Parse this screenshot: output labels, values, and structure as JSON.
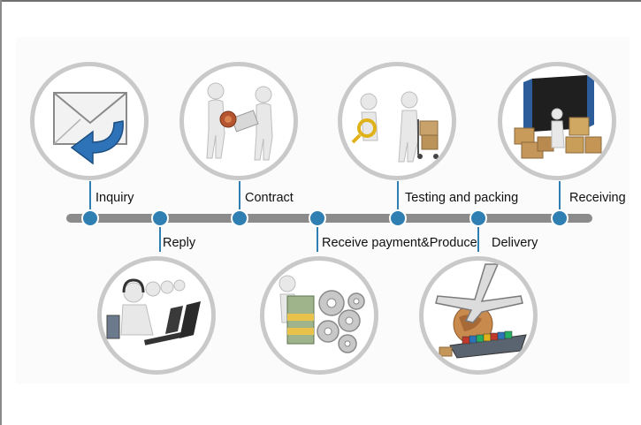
{
  "steps": [
    {
      "name": "step-inquiry",
      "label": "Inquiry",
      "icon": "envelope-reply-icon"
    },
    {
      "name": "step-reply",
      "label": "Reply",
      "icon": "call-center-operators-icon"
    },
    {
      "name": "step-contract",
      "label": "Contract",
      "icon": "handshake-contract-stamp-icon"
    },
    {
      "name": "step-receive-payment",
      "label": "Receive payment&Produce",
      "icon": "money-and-gears-icon"
    },
    {
      "name": "step-testing",
      "label": "Testing and packing",
      "icon": "inspection-and-boxes-icon"
    },
    {
      "name": "step-delivery",
      "label": "Delivery",
      "icon": "airplane-ship-globe-icon"
    },
    {
      "name": "step-receiving",
      "label": "Receiving",
      "icon": "container-with-cartons-icon"
    }
  ],
  "colors": {
    "accent": "#2f7fb3",
    "timeline": "#8b8b8b",
    "ring": "#c9c9c9"
  }
}
